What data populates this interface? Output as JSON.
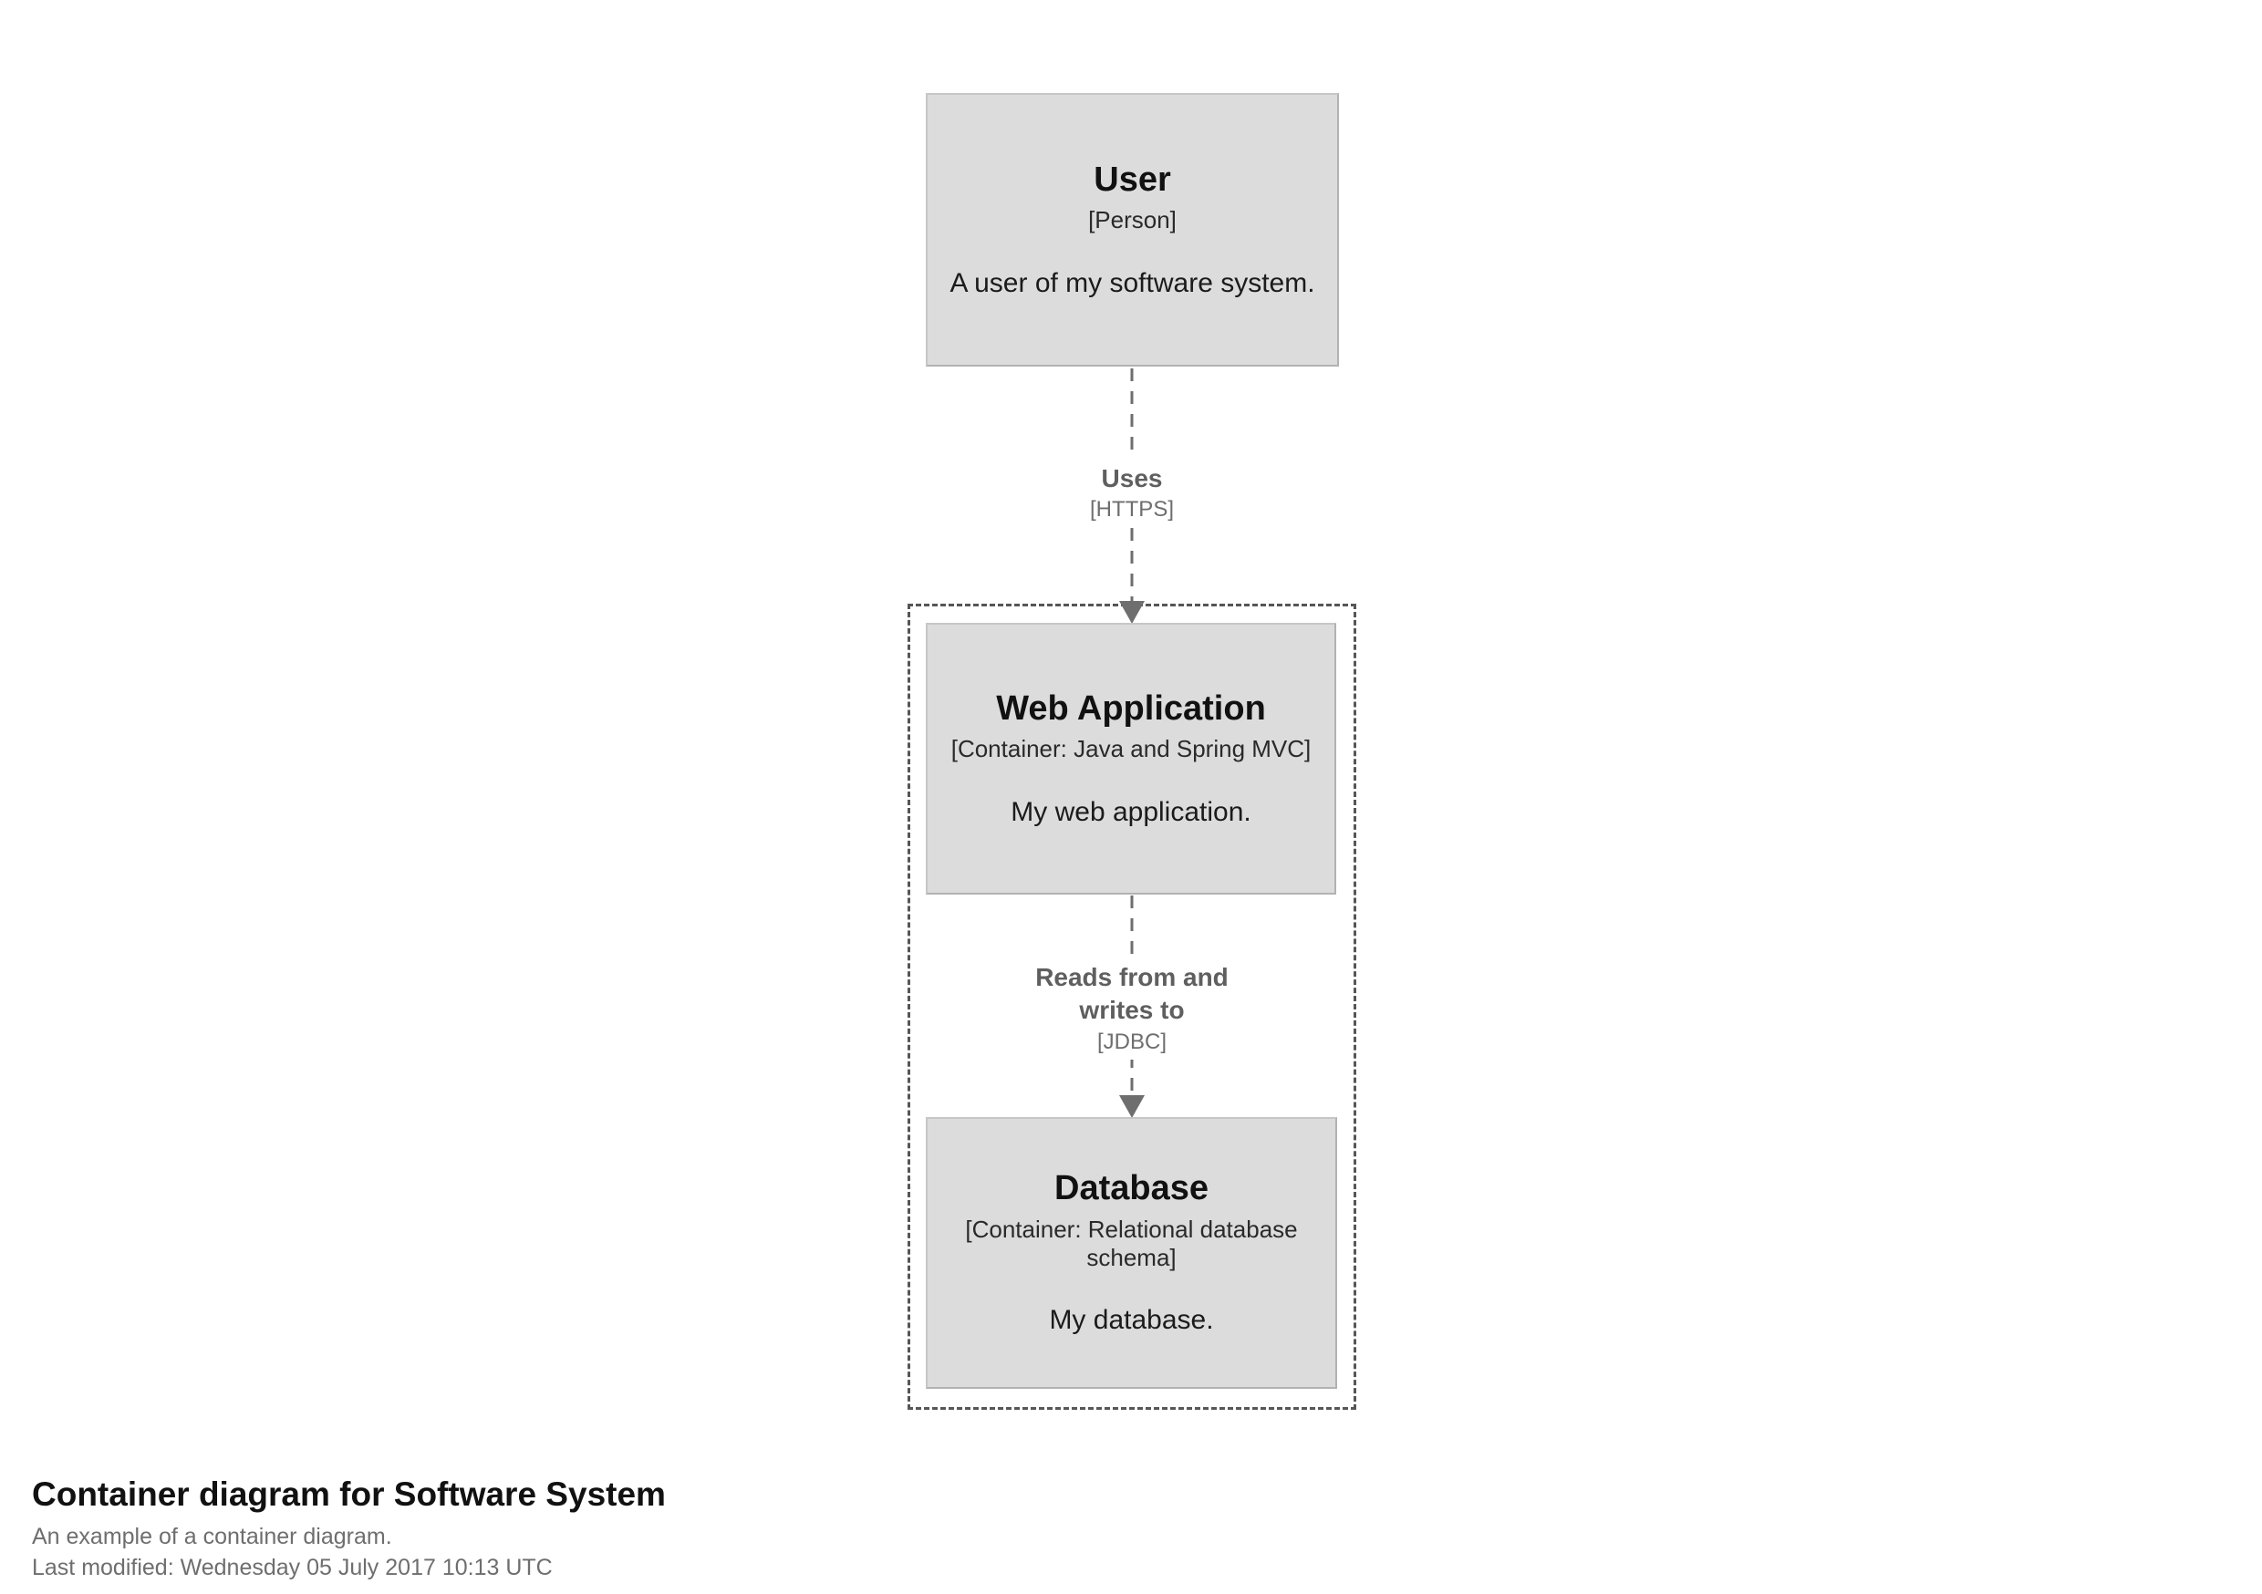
{
  "diagram": {
    "person": {
      "name": "User",
      "meta": "[Person]",
      "description": "A user of my software system."
    },
    "containers": [
      {
        "name": "Web Application",
        "meta": "[Container: Java and Spring MVC]",
        "description": "My web application."
      },
      {
        "name": "Database",
        "meta": "[Container: Relational database schema]",
        "description": "My database."
      }
    ],
    "relationships": [
      {
        "label": "Uses",
        "technology": "[HTTPS]"
      },
      {
        "label": "Reads from and writes to",
        "technology": "[JDBC]"
      }
    ]
  },
  "footer": {
    "title": "Container diagram for Software System",
    "subtitle": "An example of a container diagram.",
    "last_modified": "Last modified: Wednesday 05 July 2017 10:13 UTC"
  },
  "colors": {
    "box_fill": "#dcdcdc",
    "box_border": "#c6c6c6",
    "boundary_dash": "#565656",
    "arrow": "#6e6e6e",
    "relationship_label": "#5f5f5f",
    "title_text": "#111111",
    "muted_text": "#6e6e6e",
    "background": "#ffffff"
  }
}
